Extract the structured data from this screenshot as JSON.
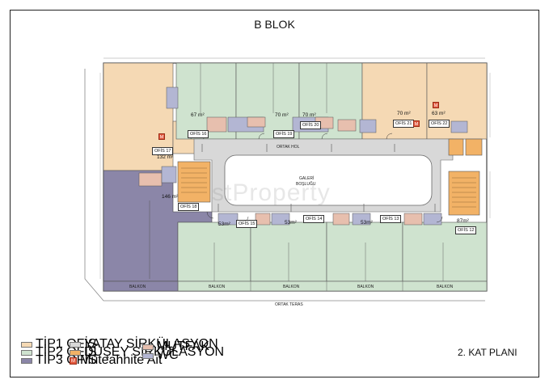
{
  "header": {
    "block_title": "B BLOK",
    "plan_title": "2. KAT PLANI"
  },
  "colors": {
    "tip1": "#f5d9b4",
    "tip2": "#cfe3cf",
    "tip3": "#8b86a8",
    "yatay": "#d8d8d8",
    "dusey": "#f2b266",
    "mutfak": "#e7bfae",
    "wc": "#b3b6d3",
    "muteahhit": "#e2573c"
  },
  "legend": {
    "tip1": "TİP1 OFİS",
    "tip2": "TİP2 OFİS",
    "tip3": "TİP3 OFİS",
    "yatay": "YATAY SİRKÜLASYON",
    "dusey": "DÜŞEY SİRKÜLASYON",
    "muteahhit": "Müteahhite Ait",
    "mutfak": "MUTFAK",
    "wc": "WC",
    "m_letter": "M"
  },
  "labels": {
    "ortak_hol": "ORTAK HOL",
    "galeri": "GALERİ",
    "bosluk": "BOŞLUĞU",
    "ortak_teras": "ORTAK TERAS",
    "balkon": "BALKON",
    "watermark": "stProperty"
  },
  "offices": [
    {
      "id": "ofis16",
      "label": "OFİS 16",
      "area": "67 m²"
    },
    {
      "id": "ofis19",
      "label": "OFİS 19",
      "area": "70 m²"
    },
    {
      "id": "ofis20",
      "label": "OFİS 20",
      "area": "70 m²"
    },
    {
      "id": "ofis21",
      "label": "OFİS 21",
      "area": "70 m²"
    },
    {
      "id": "ofis22",
      "label": "OFİS 22",
      "area": "63 m²"
    },
    {
      "id": "ofis17",
      "label": "OFİS 17",
      "area": "132 m²"
    },
    {
      "id": "ofis18",
      "label": "OFİS 18",
      "area": "146 m²"
    },
    {
      "id": "ofis15",
      "label": "OFİS 15",
      "area": "53m²"
    },
    {
      "id": "ofis14",
      "label": "OFİS 14",
      "area": "53m²"
    },
    {
      "id": "ofis13",
      "label": "OFİS 13",
      "area": "53m²"
    },
    {
      "id": "ofis12",
      "label": "OFİS 12",
      "area": "87m²"
    }
  ]
}
